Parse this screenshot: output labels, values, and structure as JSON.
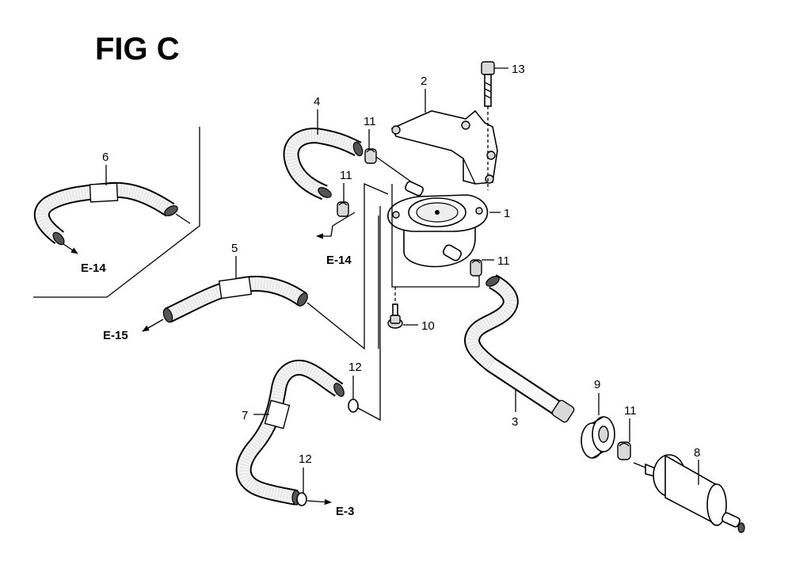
{
  "figure": {
    "title": "FIG C"
  },
  "callouts": {
    "p1": "1",
    "p2": "2",
    "p3": "3",
    "p4": "4",
    "p5": "5",
    "p6": "6",
    "p7": "7",
    "p8": "8",
    "p9": "9",
    "p10": "10",
    "p11a": "11",
    "p11b": "11",
    "p11c": "11",
    "p11d": "11",
    "p12a": "12",
    "p12b": "12",
    "p13": "13"
  },
  "references": {
    "e14_left": "E-14",
    "e14_mid": "E-14",
    "e15": "E-15",
    "e3": "E-3"
  }
}
